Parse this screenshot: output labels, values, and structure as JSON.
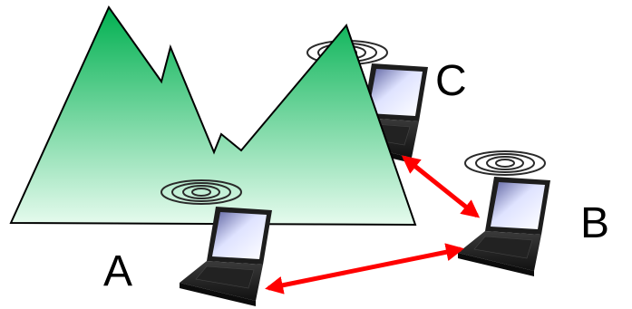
{
  "diagram": {
    "nodes": [
      {
        "id": "A",
        "label": "A"
      },
      {
        "id": "B",
        "label": "B"
      },
      {
        "id": "C",
        "label": "C"
      }
    ],
    "links": [
      {
        "from": "A",
        "to": "B",
        "style": "double-arrow"
      },
      {
        "from": "C",
        "to": "B",
        "style": "double-arrow"
      }
    ],
    "obstacle": {
      "type": "mountain"
    },
    "colors": {
      "mountain_top": "#00b050",
      "mountain_bottom": "#e6fbee",
      "arrow": "#ff0000",
      "screen": "#e8ecff",
      "laptop_body": "#1b1b1b"
    }
  }
}
